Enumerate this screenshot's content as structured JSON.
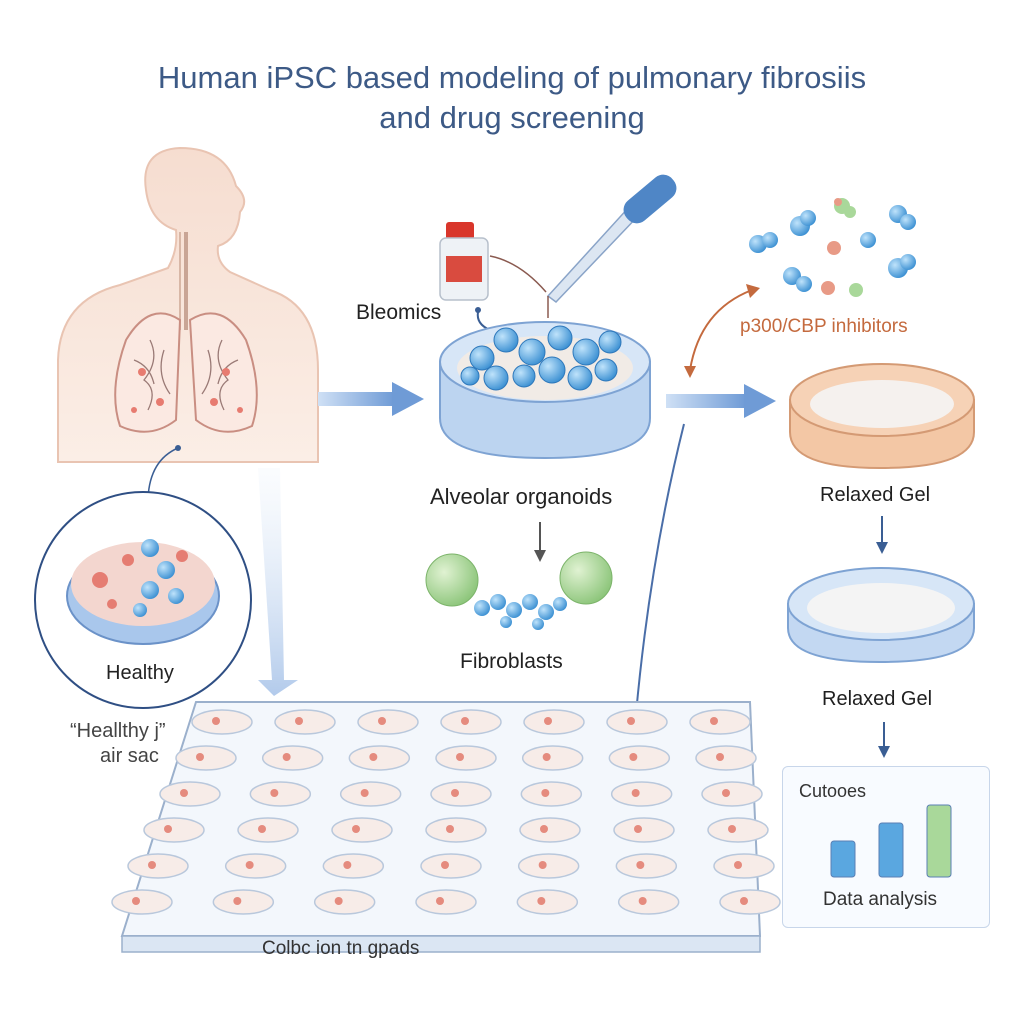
{
  "header": {
    "title_line1": "Human iPSC based modeling of pulmonary fibrosiis",
    "title_line2": "and drug screening"
  },
  "labels": {
    "bleomics": "Bleomics",
    "alveolar_organoids": "Alveolar organoids",
    "fibroblasts": "Fibroblasts",
    "inhibitors": "p300/CBP inhibitors",
    "relaxed_gel_1": "Relaxed Gel",
    "relaxed_gel_2": "Relaxed Gel",
    "healthy": "Healthy",
    "healthy_quote": "“Heallthy j”",
    "air_sac": "air sac",
    "plate_caption": "Colbc ion tn gpads",
    "panel_title": "Cutooes",
    "panel_caption": "Data analysis"
  },
  "colors": {
    "title": "#3d5a86",
    "arrow": "#6f9bd6",
    "accent": "#c46a3e",
    "organoid": "#5aa7e0",
    "gel_orange": "#f2c6a4",
    "gel_blue": "#c3d8f2"
  },
  "chart_data": {
    "type": "bar",
    "title": "Cutooes",
    "categories": [
      "",
      "",
      ""
    ],
    "values": [
      2,
      3,
      4
    ],
    "colors": [
      "#5aa7e0",
      "#5aa7e0",
      "#a9d89a"
    ],
    "xlabel": "Data analysis",
    "ylabel": ""
  }
}
